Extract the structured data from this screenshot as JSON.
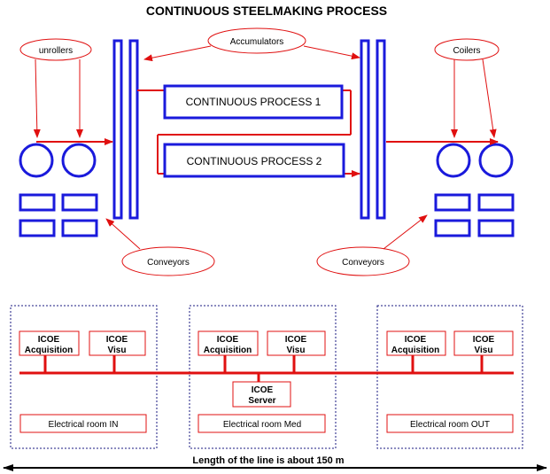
{
  "title": "CONTINUOUS STEELMAKING PROCESS",
  "callouts": {
    "unrollers": "unrollers",
    "accumulators": "Accumulators",
    "coilers": "Coilers",
    "conveyors_left": "Conveyors",
    "conveyors_right": "Conveyors"
  },
  "processes": {
    "p1": "CONTINUOUS PROCESS 1",
    "p2": "CONTINUOUS PROCESS 2"
  },
  "rooms": {
    "in": {
      "acq_line1": "ICOE",
      "acq_line2": "Acquisition",
      "visu_line1": "ICOE",
      "visu_line2": "Visu",
      "room_label": "Electrical room IN"
    },
    "med": {
      "acq_line1": "ICOE",
      "acq_line2": "Acquisition",
      "visu_line1": "ICOE",
      "visu_line2": "Visu",
      "room_label": "Electrical room Med",
      "server_line1": "ICOE",
      "server_line2": "Server"
    },
    "out": {
      "acq_line1": "ICOE",
      "acq_line2": "Acquisition",
      "visu_line1": "ICOE",
      "visu_line2": "Visu",
      "room_label": "Electrical room OUT"
    }
  },
  "footer": "Length of the line is  about 150 m",
  "colors": {
    "blue": "#1a1adc",
    "red": "#e01010",
    "black": "#000000"
  }
}
